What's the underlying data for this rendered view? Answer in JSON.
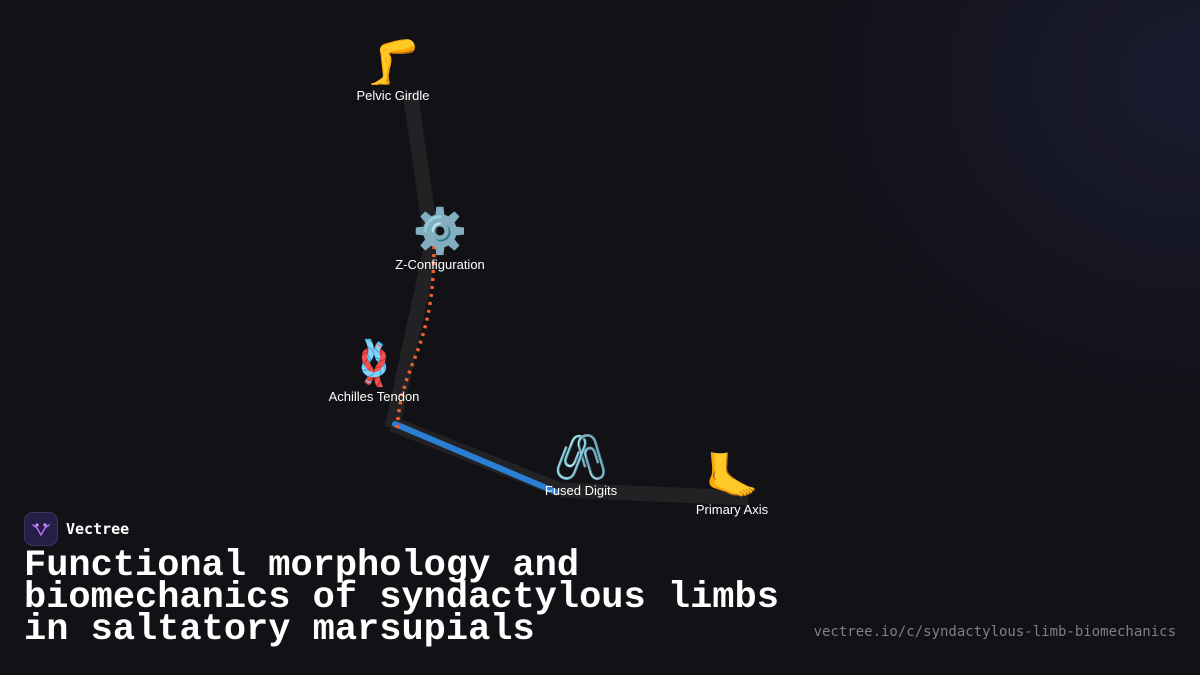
{
  "brand": {
    "name": "Vectree",
    "logo_color": "#b26bf0"
  },
  "title": "Functional morphology and biomechanics of syndactylous limbs in saltatory marsupials",
  "url": "vectree.io/c/syndactylous-limb-biomechanics",
  "colors": {
    "background": "#111116",
    "bone_segment": "#222224",
    "highlight_segment": "#2a7fd4",
    "tendon_path": "#f0622a"
  },
  "nodes": [
    {
      "id": "pelvic-girdle",
      "emoji": "🦵",
      "label": "Pelvic Girdle"
    },
    {
      "id": "z-configuration",
      "emoji": "⚙️",
      "label": "Z-Configuration"
    },
    {
      "id": "achilles-tendon",
      "emoji": "🪢",
      "label": "Achilles Tendon"
    },
    {
      "id": "fused-digits",
      "emoji": "🖇️",
      "label": "Fused Digits"
    },
    {
      "id": "primary-axis",
      "emoji": "🦶",
      "label": "Primary Axis"
    }
  ]
}
